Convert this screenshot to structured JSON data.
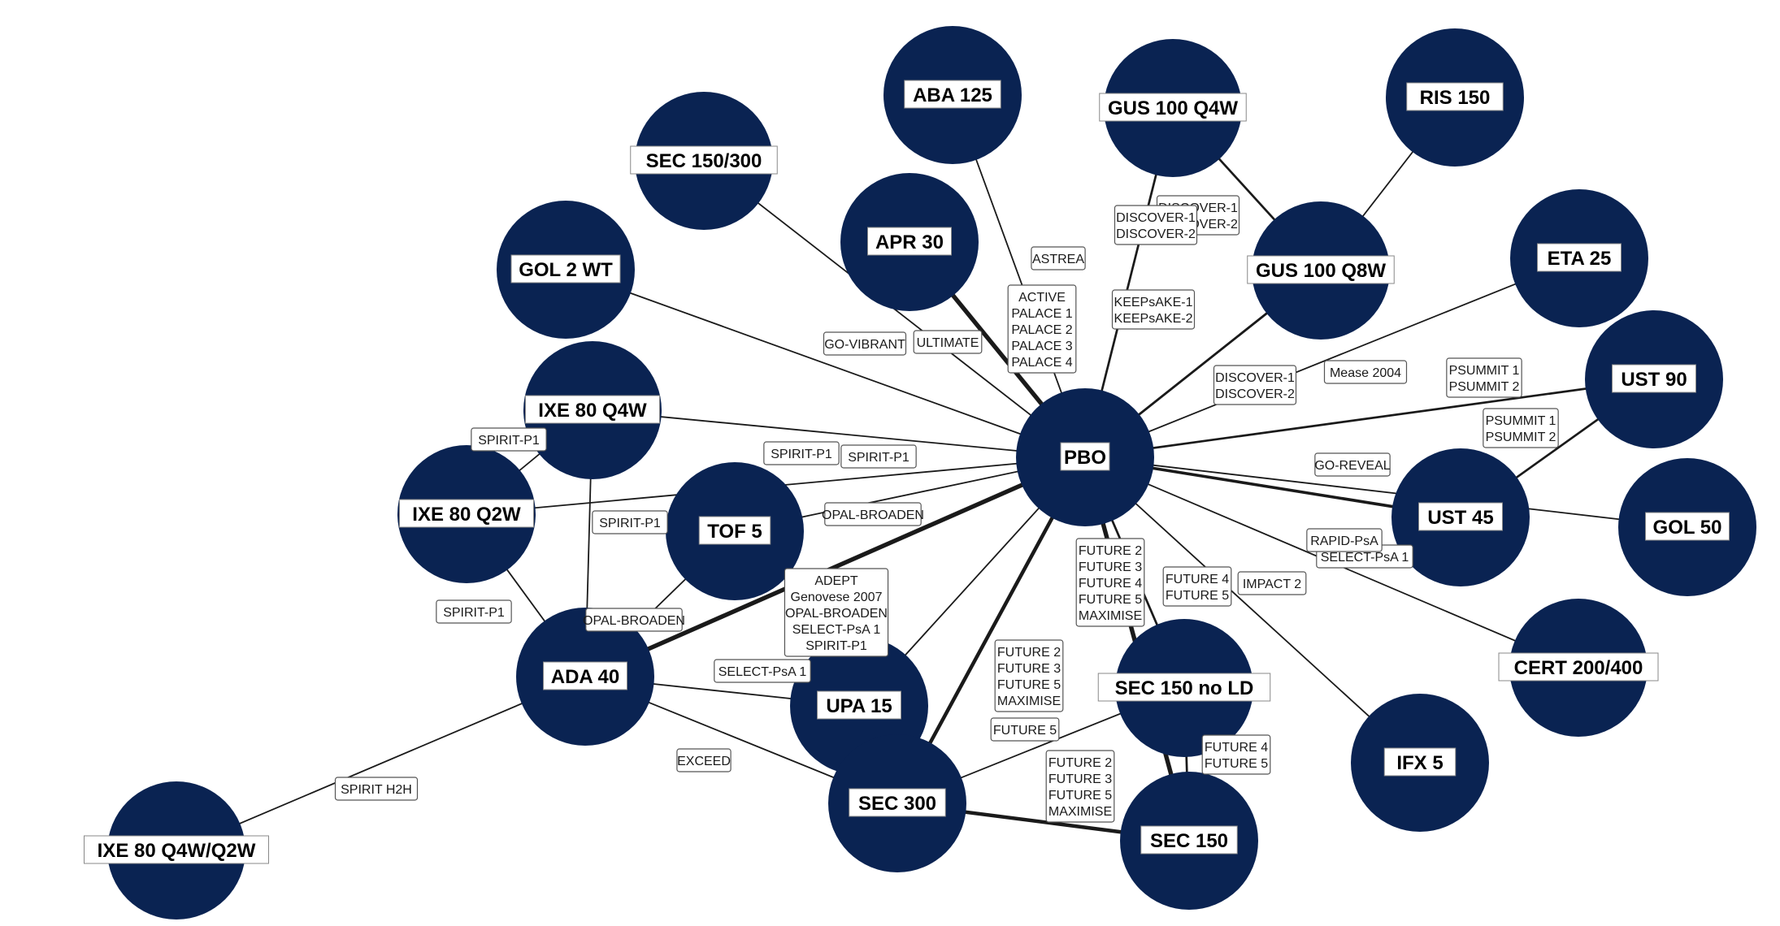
{
  "network": {
    "colors": {
      "node": "#0a2352",
      "edge": "#1a1a1a",
      "label_bg": "#ffffff"
    },
    "nodes": [
      {
        "id": "pbo",
        "label": "PBO"
      },
      {
        "id": "aba125",
        "label": "ABA 125"
      },
      {
        "id": "gus100q4w",
        "label": "GUS 100 Q4W"
      },
      {
        "id": "ris150",
        "label": "RIS 150"
      },
      {
        "id": "sec150_300",
        "label": "SEC 150/300"
      },
      {
        "id": "apr30",
        "label": "APR 30"
      },
      {
        "id": "gus100q8w",
        "label": "GUS 100 Q8W"
      },
      {
        "id": "eta25",
        "label": "ETA 25"
      },
      {
        "id": "gol2wt",
        "label": "GOL 2 WT"
      },
      {
        "id": "ust90",
        "label": "UST 90"
      },
      {
        "id": "ixe80q4w",
        "label": "IXE 80 Q4W"
      },
      {
        "id": "ixe80q2w",
        "label": "IXE 80 Q2W"
      },
      {
        "id": "tof5",
        "label": "TOF 5"
      },
      {
        "id": "ust45",
        "label": "UST 45"
      },
      {
        "id": "gol50",
        "label": "GOL 50"
      },
      {
        "id": "ada40",
        "label": "ADA 40"
      },
      {
        "id": "upa15",
        "label": "UPA 15"
      },
      {
        "id": "sec150nold",
        "label": "SEC 150 no LD"
      },
      {
        "id": "cert200_400",
        "label": "CERT 200/400"
      },
      {
        "id": "ifx5",
        "label": "IFX 5"
      },
      {
        "id": "sec300",
        "label": "SEC 300"
      },
      {
        "id": "sec150",
        "label": "SEC 150"
      },
      {
        "id": "ixe80q4wq2w",
        "label": "IXE 80 Q4W/Q2W"
      }
    ],
    "edges": [
      {
        "from": "pbo",
        "to": "aba125",
        "weight": 1,
        "label": [
          "ASTREA"
        ]
      },
      {
        "from": "pbo",
        "to": "apr30",
        "weight": 5,
        "label": [
          "ACTIVE",
          "PALACE 1",
          "PALACE 2",
          "PALACE 3",
          "PALACE 4"
        ]
      },
      {
        "from": "pbo",
        "to": "gus100q4w",
        "weight": 2,
        "label": [
          "DISCOVER-1",
          "DISCOVER-2"
        ]
      },
      {
        "from": "gus100q4w",
        "to": "gus100q8w",
        "weight": 2,
        "label": [
          "DISCOVER-1",
          "DISCOVER-2"
        ]
      },
      {
        "from": "pbo",
        "to": "gus100q8w",
        "weight": 2,
        "label": [
          "KEEPsAKE-1",
          "KEEPsAKE-2"
        ]
      },
      {
        "from": "pbo",
        "to": "gus100q8w",
        "weight": 2,
        "label": [
          "DISCOVER-1",
          "DISCOVER-2"
        ]
      },
      {
        "from": "gus100q8w",
        "to": "ris150",
        "weight": 1,
        "label": []
      },
      {
        "from": "pbo",
        "to": "eta25",
        "weight": 1,
        "label": [
          "Mease 2004"
        ]
      },
      {
        "from": "pbo",
        "to": "ust90",
        "weight": 2,
        "label": [
          "PSUMMIT 1",
          "PSUMMIT 2"
        ]
      },
      {
        "from": "ust45",
        "to": "ust90",
        "weight": 2,
        "label": [
          "PSUMMIT 1",
          "PSUMMIT 2"
        ]
      },
      {
        "from": "pbo",
        "to": "sec150_300",
        "weight": 1,
        "label": [
          "ULTIMATE"
        ]
      },
      {
        "from": "pbo",
        "to": "gol2wt",
        "weight": 1,
        "label": [
          "GO-VIBRANT"
        ]
      },
      {
        "from": "pbo",
        "to": "ixe80q4w",
        "weight": 1,
        "label": [
          "SPIRIT-P1"
        ]
      },
      {
        "from": "pbo",
        "to": "ixe80q2w",
        "weight": 1,
        "label": [
          "SPIRIT-P1"
        ]
      },
      {
        "from": "ixe80q4w",
        "to": "ixe80q2w",
        "weight": 1,
        "label": [
          "SPIRIT-P1"
        ]
      },
      {
        "from": "ixe80q4w",
        "to": "ada40",
        "weight": 1,
        "label": [
          "SPIRIT-P1"
        ]
      },
      {
        "from": "ixe80q2w",
        "to": "ada40",
        "weight": 1,
        "label": [
          "SPIRIT-P1"
        ]
      },
      {
        "from": "pbo",
        "to": "tof5",
        "weight": 1,
        "label": [
          "OPAL-BROADEN"
        ]
      },
      {
        "from": "tof5",
        "to": "ada40",
        "weight": 1,
        "label": [
          "OPAL-BROADEN"
        ]
      },
      {
        "from": "pbo",
        "to": "ada40",
        "weight": 5,
        "label": [
          "ADEPT",
          "Genovese 2007",
          "OPAL-BROADEN",
          "SELECT-PsA 1",
          "SPIRIT-P1"
        ]
      },
      {
        "from": "pbo",
        "to": "upa15",
        "weight": 1,
        "label": [
          "SELECT-PsA 1"
        ]
      },
      {
        "from": "ada40",
        "to": "upa15",
        "weight": 1,
        "label": [
          "SELECT-PsA 1"
        ]
      },
      {
        "from": "ada40",
        "to": "sec300",
        "weight": 1,
        "label": [
          "EXCEED"
        ]
      },
      {
        "from": "ada40",
        "to": "ixe80q4wq2w",
        "weight": 1,
        "label": [
          "SPIRIT H2H"
        ]
      },
      {
        "from": "pbo",
        "to": "ust45",
        "weight": 3,
        "label": [
          "GO-REVEAL"
        ]
      },
      {
        "from": "pbo",
        "to": "gol50",
        "weight": 1,
        "label": []
      },
      {
        "from": "pbo",
        "to": "cert200_400",
        "weight": 1,
        "label": [
          "RAPID-PsA"
        ]
      },
      {
        "from": "pbo",
        "to": "ifx5",
        "weight": 1,
        "label": [
          "IMPACT 2"
        ]
      },
      {
        "from": "pbo",
        "to": "sec150nold",
        "weight": 2,
        "label": [
          "FUTURE 4",
          "FUTURE 5"
        ]
      },
      {
        "from": "pbo",
        "to": "sec150",
        "weight": 5,
        "label": [
          "FUTURE 2",
          "FUTURE 3",
          "FUTURE 4",
          "FUTURE 5",
          "MAXIMISE"
        ]
      },
      {
        "from": "pbo",
        "to": "sec300",
        "weight": 4,
        "label": [
          "FUTURE 2",
          "FUTURE 3",
          "FUTURE 5",
          "MAXIMISE"
        ]
      },
      {
        "from": "sec300",
        "to": "sec150nold",
        "weight": 1,
        "label": [
          "FUTURE 5"
        ]
      },
      {
        "from": "sec150nold",
        "to": "sec150",
        "weight": 2,
        "label": [
          "FUTURE 4",
          "FUTURE 5"
        ]
      },
      {
        "from": "sec300",
        "to": "sec150",
        "weight": 4,
        "label": [
          "FUTURE 2",
          "FUTURE 3",
          "FUTURE 5",
          "MAXIMISE"
        ]
      }
    ]
  }
}
